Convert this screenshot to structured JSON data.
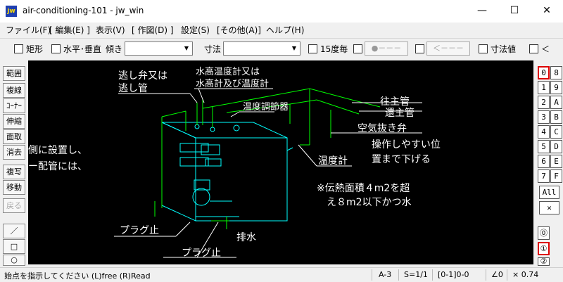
{
  "window": {
    "title": "air-conditioning-101 - jw_win",
    "icon_text": "jw",
    "minimize": "—",
    "maximize": "☐",
    "close": "✕"
  },
  "menu": [
    "ファイル(F)",
    "[ 編集(E) ]",
    "表示(V)",
    "[ 作図(D) ]",
    "設定(S)",
    "[その他(A)]",
    "ヘルプ(H)"
  ],
  "toolbar": {
    "rect_label": "矩形",
    "horiz_vert_label": "水平･垂直",
    "tilt_label": "傾き",
    "tilt_value": "",
    "dimension_label": "寸法",
    "dimension_value": "",
    "step15_label": "15度毎",
    "dot_button": "●－－－",
    "arrow_button": "＜－－－",
    "dimval_label": "寸法値",
    "lt_label": "＜"
  },
  "left_tools": [
    "範囲",
    "複線",
    "ｺｰﾅｰ",
    "伸縮",
    "面取",
    "消去",
    "複写",
    "移動",
    "戻る",
    "／",
    "□",
    "○"
  ],
  "layers": {
    "left_col": [
      "0",
      "1",
      "2",
      "3",
      "4",
      "5",
      "6",
      "7"
    ],
    "right_col": [
      "8",
      "9",
      "A",
      "B",
      "C",
      "D",
      "E",
      "F"
    ],
    "all": "All",
    "cross": "✕",
    "groups": [
      "⓪",
      "①",
      "②"
    ]
  },
  "drawing_text": {
    "relief_valve": [
      "逃し弁又は",
      "逃し管"
    ],
    "water_gauge": [
      "水高温度計又は",
      "水高計及び温度計"
    ],
    "temp_controller": "温度調節器",
    "supply_pipe": "往主管",
    "return_pipe": "還主管",
    "air_vent": "空気抜き弁",
    "operation_note": [
      "操作しやすい位",
      "置まで下げる"
    ],
    "thermometer": "温度計",
    "left_note": [
      "側に設置し、",
      "ー配管には、"
    ],
    "heating_note": [
      "※伝熱面積４m2を超",
      "え８m2以下かつ水"
    ],
    "plug1": "プラグ止",
    "plug2": "プラグ止",
    "drain": "排水"
  },
  "status": {
    "message": "始点を指示してください (L)free (R)Read",
    "paper": "A-3",
    "scale": "S=1/1",
    "layer": "[0-1]0-0",
    "angle": "∠0",
    "factor": "× 0.74"
  },
  "colors": {
    "canvas": "#000000",
    "pipe": "#00ff00",
    "line": "#00ffff",
    "text": "#ffffff"
  }
}
